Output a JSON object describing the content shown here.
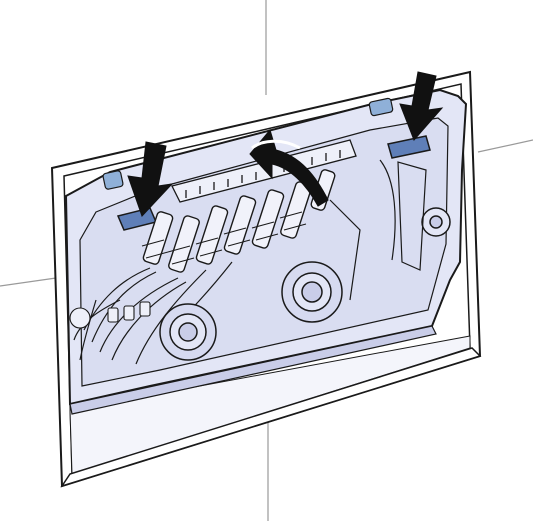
{
  "illustration": {
    "kind": "installation-step",
    "colors": {
      "background": "#ffffff",
      "outline": "#1a1a1a",
      "wall_lines": "#9a9a9a",
      "panel_fill": "#e3e6f6",
      "panel_shade": "#c9cde8",
      "clip_blue": "#8fb0d8",
      "arrow": "#111111"
    },
    "arrows": [
      {
        "id": "press-left",
        "direction": "down"
      },
      {
        "id": "press-right",
        "direction": "down"
      },
      {
        "id": "tilt-curved",
        "direction": "forward-curve"
      }
    ]
  }
}
